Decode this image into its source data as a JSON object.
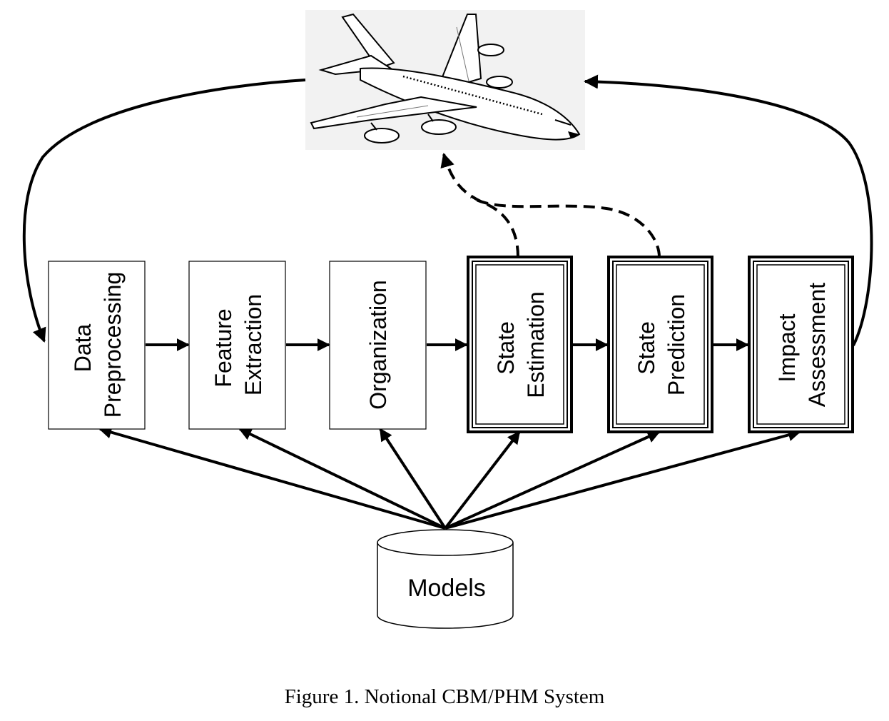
{
  "boxes": [
    {
      "id": "data-preprocessing",
      "lines": [
        "Data",
        "Preprocessing"
      ],
      "style": "single"
    },
    {
      "id": "feature-extraction",
      "lines": [
        "Feature",
        "Extraction"
      ],
      "style": "single"
    },
    {
      "id": "organization",
      "lines": [
        "Organization"
      ],
      "style": "single"
    },
    {
      "id": "state-estimation",
      "lines": [
        "State",
        "Estimation"
      ],
      "style": "triple"
    },
    {
      "id": "state-prediction",
      "lines": [
        "State",
        "Prediction"
      ],
      "style": "triple"
    },
    {
      "id": "impact-assessment",
      "lines": [
        "Impact",
        "Assessment"
      ],
      "style": "triple"
    }
  ],
  "models": {
    "label": "Models"
  },
  "airplane": {
    "icon": "airplane-icon"
  },
  "caption": "Figure 1. Notional CBM/PHM System"
}
